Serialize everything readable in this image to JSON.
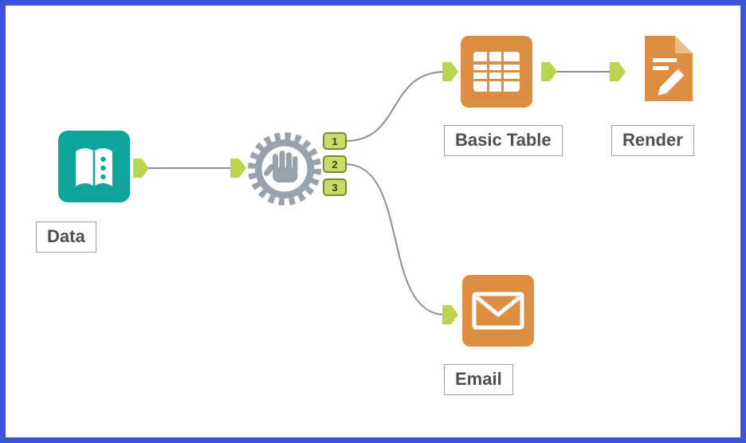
{
  "window": {
    "border_color": "#3e53d8",
    "canvas_background": "#ffffff"
  },
  "tools": {
    "data": {
      "label": "Data",
      "color": "#0fa49a",
      "icon": "open-book-icon"
    },
    "block_until_done": {
      "color": "#98a2ab",
      "icon": "gear-hand-icon",
      "output_ports": [
        "1",
        "2",
        "3"
      ]
    },
    "basic_table": {
      "label": "Basic Table",
      "color": "#dd8e43",
      "icon": "table-icon"
    },
    "render": {
      "label": "Render",
      "color": "#dd8e43",
      "icon": "document-pencil-icon"
    },
    "email": {
      "label": "Email",
      "color": "#dd8e43",
      "icon": "envelope-icon"
    }
  },
  "connections": [
    {
      "from": "data",
      "to": "block_until_done"
    },
    {
      "from": "block_until_done_port_1",
      "to": "basic_table"
    },
    {
      "from": "block_until_done_port_2",
      "to": "email"
    },
    {
      "from": "basic_table",
      "to": "render"
    }
  ],
  "anchor_color": "#b9d44e",
  "port_border_color": "#77882e",
  "wire_color": "#8b9096"
}
